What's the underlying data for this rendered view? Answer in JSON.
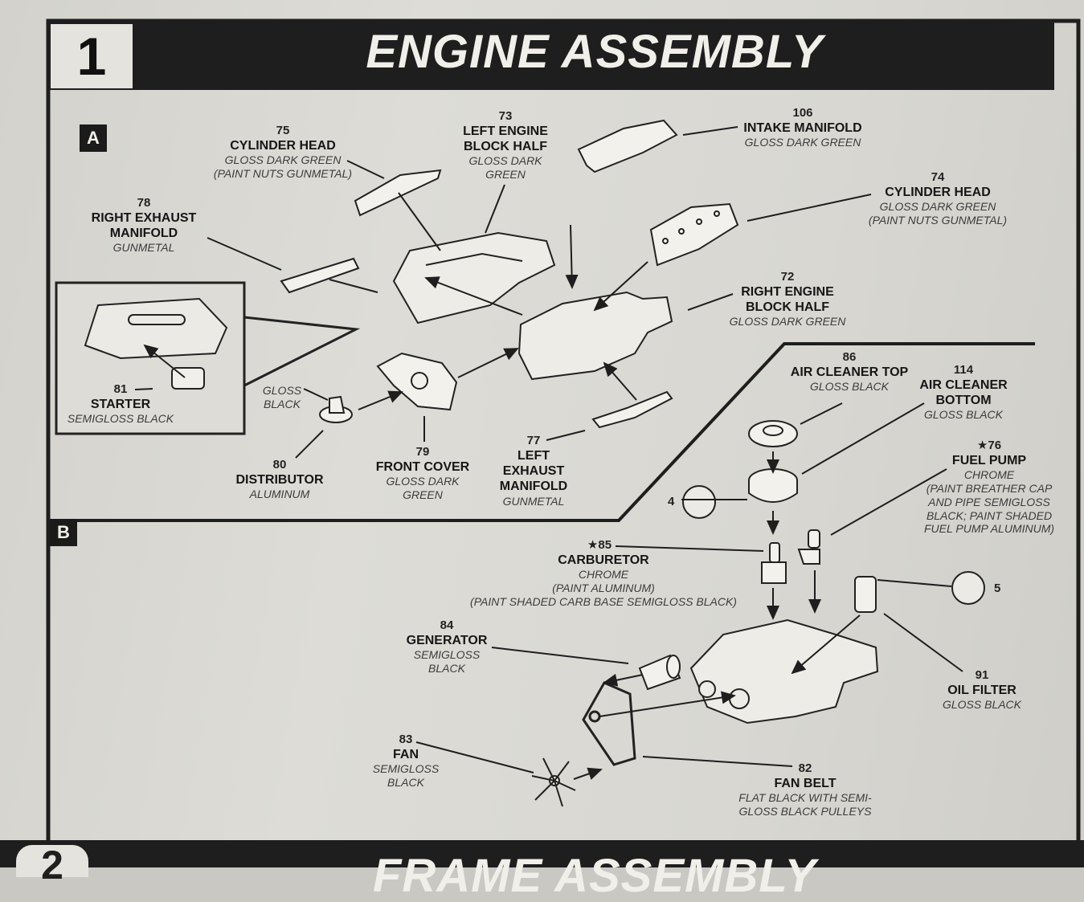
{
  "step": {
    "number": "1",
    "title": "ENGINE ASSEMBLY"
  },
  "sections": {
    "a": "A",
    "b": "B"
  },
  "parts": {
    "p75": {
      "num": "75",
      "name": "CYLINDER HEAD",
      "finish": "GLOSS DARK GREEN\n(PAINT NUTS GUNMETAL)"
    },
    "p73": {
      "num": "73",
      "name": "LEFT ENGINE\nBLOCK HALF",
      "finish": "GLOSS DARK\nGREEN"
    },
    "p106": {
      "num": "106",
      "name": "INTAKE MANIFOLD",
      "finish": "GLOSS DARK GREEN"
    },
    "p74": {
      "num": "74",
      "name": "CYLINDER HEAD",
      "finish": "GLOSS DARK GREEN\n(PAINT NUTS GUNMETAL)"
    },
    "p78": {
      "num": "78",
      "name": "RIGHT EXHAUST\nMANIFOLD",
      "finish": "GUNMETAL"
    },
    "p72": {
      "num": "72",
      "name": "RIGHT ENGINE\nBLOCK HALF",
      "finish": "GLOSS DARK GREEN"
    },
    "p81": {
      "num": "81",
      "name": "STARTER",
      "finish": "SEMIGLOSS BLACK"
    },
    "gloss_black_note": {
      "finish": "GLOSS\nBLACK"
    },
    "p80": {
      "num": "80",
      "name": "DISTRIBUTOR",
      "finish": "ALUMINUM"
    },
    "p79": {
      "num": "79",
      "name": "FRONT COVER",
      "finish": "GLOSS DARK\nGREEN"
    },
    "p77": {
      "num": "77",
      "name": "LEFT\nEXHAUST\nMANIFOLD",
      "finish": "GUNMETAL"
    },
    "p86": {
      "num": "86",
      "name": "AIR CLEANER TOP",
      "finish": "GLOSS BLACK"
    },
    "p114": {
      "num": "114",
      "name": "AIR CLEANER\nBOTTOM",
      "finish": "GLOSS BLACK"
    },
    "p76": {
      "num": "★76",
      "name": "FUEL PUMP",
      "finish": "CHROME\n(PAINT BREATHER CAP\nAND PIPE SEMIGLOSS\nBLACK; PAINT SHADED\nFUEL PUMP ALUMINUM)"
    },
    "p85": {
      "num": "★85",
      "name": "CARBURETOR",
      "finish": "CHROME\n(PAINT ALUMINUM)\n(PAINT SHADED CARB BASE SEMIGLOSS BLACK)"
    },
    "p84": {
      "num": "84",
      "name": "GENERATOR",
      "finish": "SEMIGLOSS\nBLACK"
    },
    "p91": {
      "num": "91",
      "name": "OIL FILTER",
      "finish": "GLOSS BLACK"
    },
    "p83": {
      "num": "83",
      "name": "FAN",
      "finish": "SEMIGLOSS\nBLACK"
    },
    "p82": {
      "num": "82",
      "name": "FAN BELT",
      "finish": "FLAT BLACK WITH SEMI-\nGLOSS BLACK PULLEYS"
    }
  },
  "decal_refs": {
    "ref4": "4",
    "ref5": "5"
  },
  "next_step": {
    "number": "2",
    "title": "FRAME ASSEMBLY"
  },
  "colors": {
    "ink": "#1b1b1b",
    "paper": "#d9d8d2",
    "title_bar": "#1e1e1e"
  }
}
